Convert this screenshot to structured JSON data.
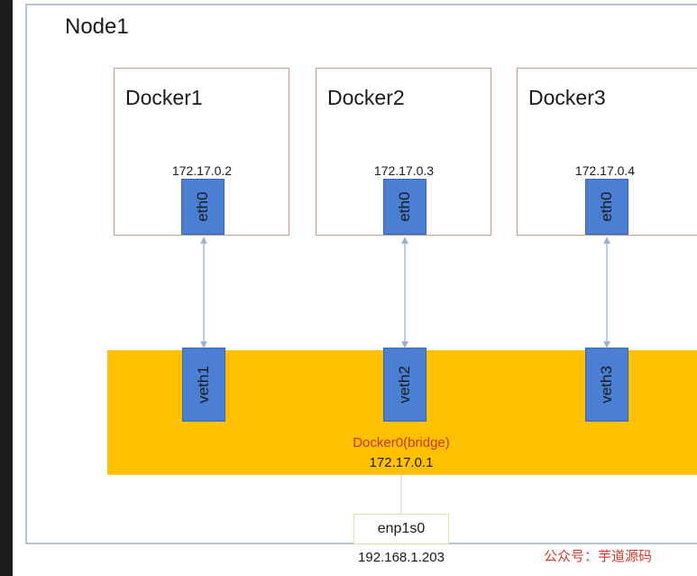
{
  "node": {
    "title": "Node1"
  },
  "containers": [
    {
      "title": "Docker1",
      "ip": "172.17.0.2",
      "iface": "eth0",
      "veth": "veth1"
    },
    {
      "title": "Docker2",
      "ip": "172.17.0.3",
      "iface": "eth0",
      "veth": "veth2"
    },
    {
      "title": "Docker3",
      "ip": "172.17.0.4",
      "iface": "eth0",
      "veth": "veth3"
    }
  ],
  "bridge": {
    "name": "Docker0(bridge)",
    "ip": "172.17.0.1"
  },
  "host_nic": {
    "name": "enp1s0",
    "ip": "192.168.1.203"
  },
  "watermark": {
    "text": "公众号：芋道源码"
  },
  "colors": {
    "bridge_fill": "#ffc000",
    "iface_fill": "#4a7fd4",
    "bridge_name_text": "#c0392b",
    "connector": "#9ab3cc"
  }
}
